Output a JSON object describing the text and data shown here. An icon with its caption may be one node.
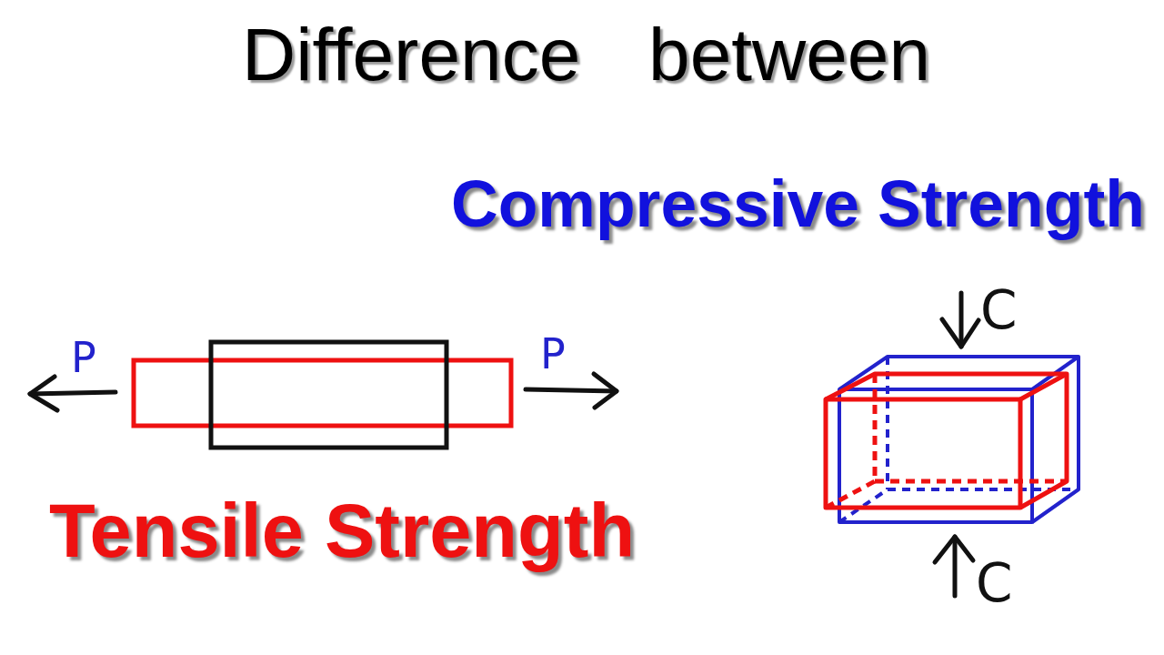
{
  "diagram": {
    "title": "Difference between",
    "labels": [
      "Compressive Strength",
      "C",
      "P",
      "P",
      "Tensile Strength",
      "C"
    ]
  }
}
